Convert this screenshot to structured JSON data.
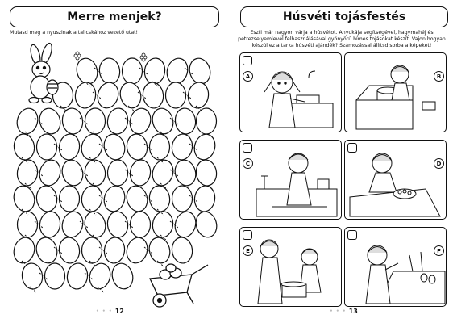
{
  "left_page": {
    "title": "Merre menjek?",
    "instruction": "Mutasd meg a nyuszinak a talicskához vezető utat!",
    "page_number": "12"
  },
  "right_page": {
    "title": "Húsvéti tojásfestés",
    "instruction": "Eszti már nagyon várja a húsvétot. Anyukája segítségével, hagymahéj és petrezselyemlevél felhasználásával gyönyörű hímes tojásokat készít. Vajon hogyan készül ez a tarka húsvéti ajándék? Számozással állítsd sorba a képeket!",
    "page_number": "13",
    "panels": [
      {
        "letter": "A",
        "scene": "girl-at-sink-icon"
      },
      {
        "letter": "B",
        "scene": "girl-at-stove-icon"
      },
      {
        "letter": "C",
        "scene": "girl-at-counter-icon"
      },
      {
        "letter": "D",
        "scene": "girl-with-bowl-icon"
      },
      {
        "letter": "E",
        "scene": "girl-and-mother-icon"
      },
      {
        "letter": "F",
        "scene": "girl-with-eggs-icon"
      }
    ]
  },
  "page_decor": "• • •"
}
